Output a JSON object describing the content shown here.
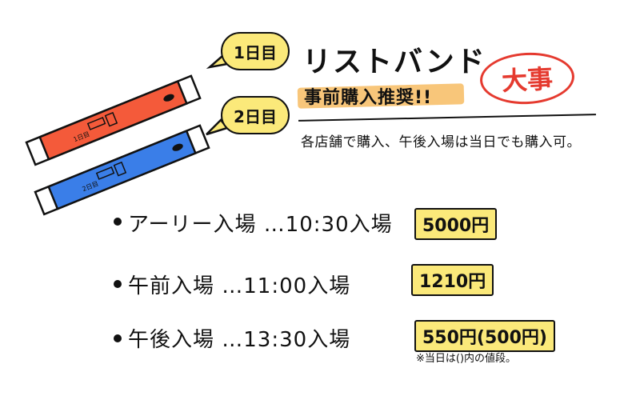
{
  "header": {
    "title": "リストバンド",
    "subtitle": "事前購入推奨!!",
    "badge": "大事",
    "note": "各店舗で購入、午後入場は当日でも購入可。"
  },
  "days": [
    {
      "label": "1日目",
      "band_color": "#f45a3a"
    },
    {
      "label": "2日目",
      "band_color": "#3a7ee8"
    }
  ],
  "entries": [
    {
      "label": "アーリー入場 …10:30入場",
      "price": "5000円"
    },
    {
      "label": "午前入場 …11:00入場",
      "price": "1210円"
    },
    {
      "label": "午後入場 …13:30入場",
      "price": "550円(500円)",
      "note": "※当日は()内の値段。"
    }
  ],
  "colors": {
    "highlight_yellow": "#fbe97a",
    "highlight_orange": "#f8c67a",
    "accent_red": "#e53a2f",
    "ink": "#111111"
  }
}
